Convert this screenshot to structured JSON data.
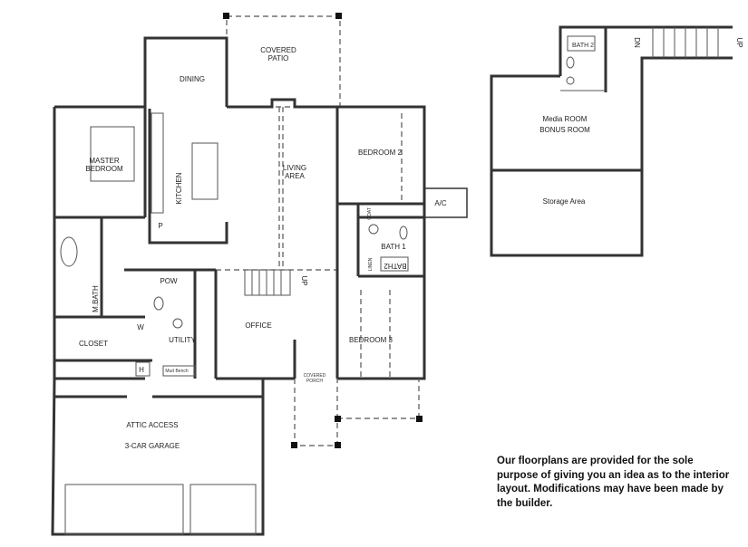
{
  "main_floor": {
    "covered_patio": [
      "COVERED",
      "PATIO"
    ],
    "dining": "DINING",
    "master_bedroom": [
      "MASTER",
      "BEDROOM"
    ],
    "kitchen": "KITCHEN",
    "pantry": "P",
    "living_area": [
      "LIVING",
      "AREA"
    ],
    "bedroom2": "BEDROOM 2",
    "ac": "A/C",
    "coat": "COAT",
    "bath1": "BATH 1",
    "bath2_tub": "BATH2",
    "linen": "LINEN",
    "m_bath": "M.BATH",
    "pow": "POW",
    "stairs_up": "UP",
    "utility": "UTILITY",
    "washer": "W",
    "office": "OFFICE",
    "bedroom3": "BEDROOM 3",
    "closet": "CLOSET",
    "hvac": "H",
    "mud_bench": "Mud Bench",
    "covered_porch": [
      "COVERED",
      "PORCH"
    ],
    "attic_access": "ATTIC ACCESS",
    "garage": "3-CAR GARAGE"
  },
  "upper_floor": {
    "bath2": "BATH 2",
    "down": "DN",
    "up": "UP",
    "media_room": [
      "Media ROOM",
      "BONUS ROOM"
    ],
    "storage": "Storage Area"
  },
  "disclaimer": "Our floorplans are provided for the sole purpose of giving you an idea as to the interior layout. Modifications may have been made by the builder."
}
